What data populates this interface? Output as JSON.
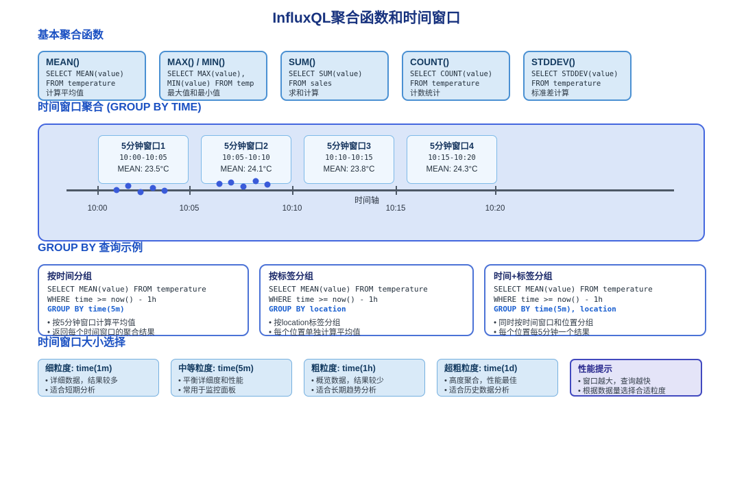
{
  "title": "InfluxQL聚合函数和时间窗口",
  "basic": {
    "heading": "基本聚合函数",
    "cards": [
      {
        "title": "MEAN()",
        "code1": "SELECT MEAN(value)",
        "code2": "FROM temperature",
        "desc": "计算平均值"
      },
      {
        "title": "MAX() / MIN()",
        "code1": "SELECT MAX(value),",
        "code2": "MIN(value) FROM temp",
        "desc": "最大值和最小值"
      },
      {
        "title": "SUM()",
        "code1": "SELECT SUM(value)",
        "code2": "FROM sales",
        "desc": "求和计算"
      },
      {
        "title": "COUNT()",
        "code1": "SELECT COUNT(value)",
        "code2": "FROM temperature",
        "desc": "计数统计"
      },
      {
        "title": "STDDEV()",
        "code1": "SELECT STDDEV(value)",
        "code2": "FROM temperature",
        "desc": "标准差计算"
      }
    ]
  },
  "timeline": {
    "heading": "时间窗口聚合 (GROUP BY TIME)",
    "axis_label": "时间轴",
    "ticks": [
      "10:00",
      "10:05",
      "10:10",
      "10:15",
      "10:20"
    ],
    "windows": [
      {
        "title": "5分钟窗口1",
        "range": "10:00-10:05",
        "mean": "MEAN: 23.5°C"
      },
      {
        "title": "5分钟窗口2",
        "range": "10:05-10:10",
        "mean": "MEAN: 24.1°C"
      },
      {
        "title": "5分钟窗口3",
        "range": "10:10-10:15",
        "mean": "MEAN: 23.8°C"
      },
      {
        "title": "5分钟窗口4",
        "range": "10:15-10:20",
        "mean": "MEAN: 24.3°C"
      }
    ]
  },
  "groupby": {
    "heading": "GROUP BY 查询示例",
    "cards": [
      {
        "title": "按时间分组",
        "code1": "SELECT MEAN(value) FROM temperature",
        "code2": "WHERE time >= now() - 1h",
        "code3": "GROUP BY time(5m)",
        "bullets": [
          "• 按5分钟窗口计算平均值",
          "• 返回每个时间窗口的聚合结果"
        ]
      },
      {
        "title": "按标签分组",
        "code1": "SELECT MEAN(value) FROM temperature",
        "code2": "WHERE time >= now() - 1h",
        "code3": "GROUP BY location",
        "bullets": [
          "• 按location标签分组",
          "• 每个位置单独计算平均值"
        ]
      },
      {
        "title": "时间+标签分组",
        "code1": "SELECT MEAN(value) FROM temperature",
        "code2": "WHERE time >= now() - 1h",
        "code3": "GROUP BY time(5m), location",
        "bullets": [
          "• 同时按时间窗口和位置分组",
          "• 每个位置每5分钟一个结果"
        ]
      }
    ]
  },
  "windowsize": {
    "heading": "时间窗口大小选择",
    "cards": [
      {
        "title": "细粒度: time(1m)",
        "bullets": [
          "• 详细数据，结果较多",
          "• 适合短期分析"
        ]
      },
      {
        "title": "中等粒度: time(5m)",
        "bullets": [
          "• 平衡详细度和性能",
          "• 常用于监控面板"
        ]
      },
      {
        "title": "粗粒度: time(1h)",
        "bullets": [
          "• 概览数据，结果较少",
          "• 适合长期趋势分析"
        ]
      },
      {
        "title": "超粗粒度: time(1d)",
        "bullets": [
          "• 高度聚合，性能最佳",
          "• 适合历史数据分析"
        ]
      },
      {
        "title": "性能提示",
        "bullets": [
          "• 窗口越大，查询越快",
          "• 根据数据量选择合适粒度"
        ]
      }
    ]
  },
  "colors": {
    "page_title": "#17327e",
    "section_heading": "#1a50c2",
    "card_bg": "#d9eaf8",
    "card_border": "#4a90d2",
    "panel_bg": "#dbe6f9",
    "panel_border": "#4366de",
    "data_point": "#3a5bd9",
    "groupby_code": "#1a5fd0",
    "perf_bg": "#e4e4f8",
    "perf_border": "#4149bf"
  }
}
